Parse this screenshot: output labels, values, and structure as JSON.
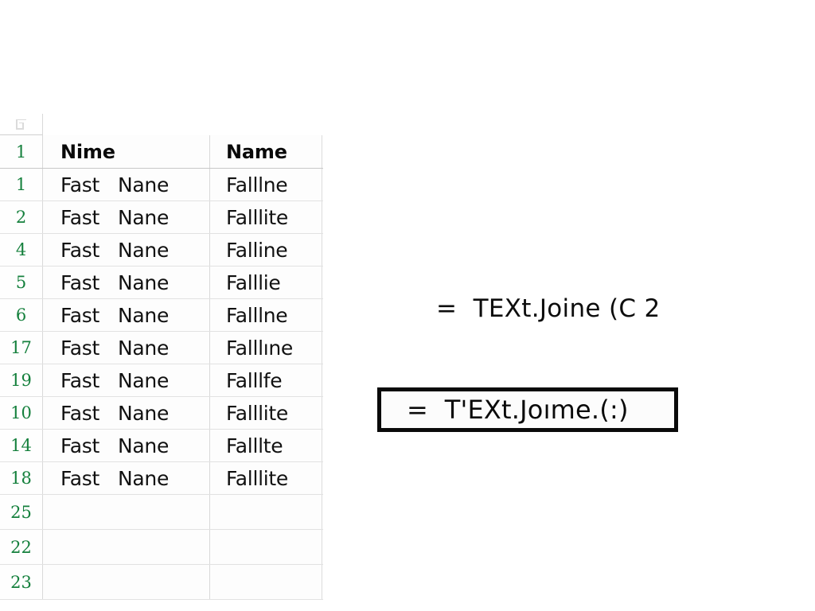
{
  "sheet": {
    "corner_icon": "select-all-corner-icon",
    "columns": [
      {
        "key": "col1",
        "header": "Nime"
      },
      {
        "key": "col2",
        "header": "Name"
      }
    ],
    "header_row_number": "1",
    "rows": [
      {
        "num": "1",
        "col1": "Fast   Nane",
        "col2": "Falllne"
      },
      {
        "num": "2",
        "col1": "Fast   Nane",
        "col2": "Falllite"
      },
      {
        "num": "4",
        "col1": "Fast   Nane",
        "col2": "Falline"
      },
      {
        "num": "5",
        "col1": "Fast   Nane",
        "col2": "Falllie"
      },
      {
        "num": "6",
        "col1": "Fast   Nane",
        "col2": "Falllne"
      },
      {
        "num": "17",
        "col1": "Fast   Nane",
        "col2": "Falllıne"
      },
      {
        "num": "19",
        "col1": "Fast   Nane",
        "col2": "Falllfe"
      },
      {
        "num": "10",
        "col1": "Fast   Nane",
        "col2": "Falllite"
      },
      {
        "num": "14",
        "col1": "Fast   Nane",
        "col2": "Falllte"
      },
      {
        "num": "18",
        "col1": "Fast   Nane",
        "col2": "Falllite"
      },
      {
        "num": "25",
        "col1": "",
        "col2": ""
      },
      {
        "num": "22",
        "col1": "",
        "col2": ""
      },
      {
        "num": "23",
        "col1": "",
        "col2": ""
      }
    ]
  },
  "formulas": {
    "plain": "=  TEXt.Joine (C 2",
    "boxed": "=  T'EXt.Joıme.(:)"
  },
  "colors": {
    "row_number_green": "#15803d",
    "grid_line": "#e2e2e2",
    "text_black": "#111111",
    "box_border": "#0a0a0a",
    "background": "#ffffff"
  }
}
